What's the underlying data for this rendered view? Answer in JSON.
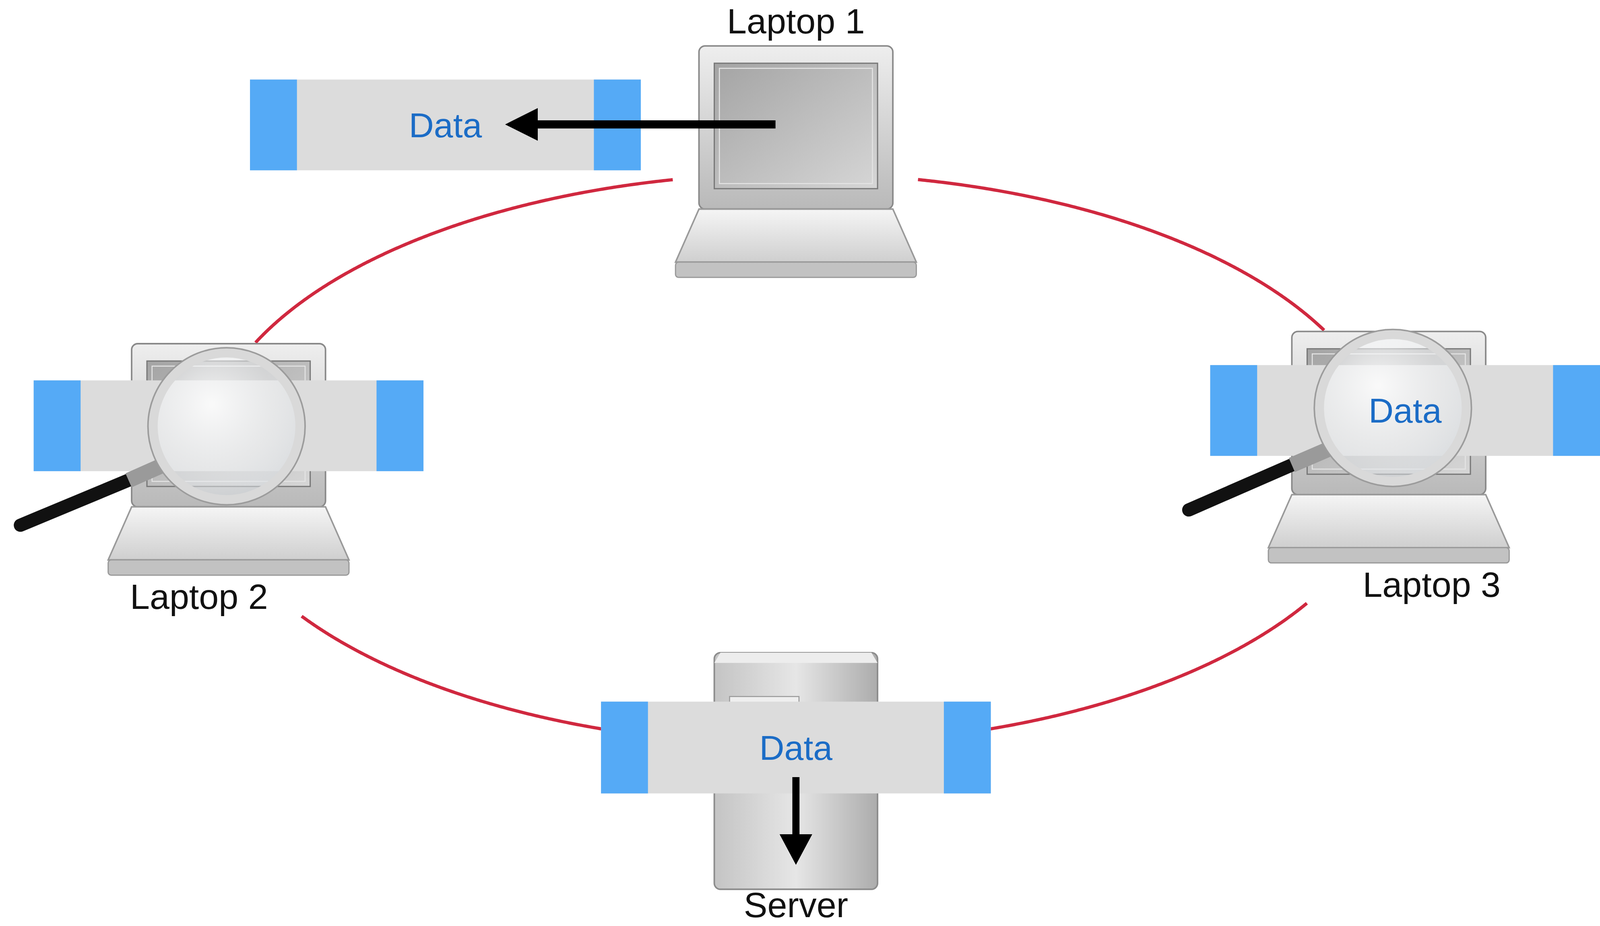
{
  "diagram": {
    "nodes": [
      {
        "text": [
          "Laptop 1"
        ]
      },
      {
        "text": [
          "Data"
        ]
      },
      {
        "text": [
          "Laptop 2"
        ]
      },
      {
        "text": [
          "Laptop 3"
        ]
      },
      {
        "text": [
          "Data"
        ]
      },
      {
        "text": [
          "Server"
        ]
      },
      {
        "text": [
          "Data"
        ]
      }
    ],
    "edges": [
      {
        "from": 0,
        "to": 3,
        "arrow": "none"
      },
      {
        "from": 3,
        "to": 5,
        "arrow": "none"
      },
      {
        "from": 5,
        "to": 2,
        "arrow": "none"
      },
      {
        "from": 2,
        "to": 0,
        "arrow": "none"
      }
    ]
  }
}
